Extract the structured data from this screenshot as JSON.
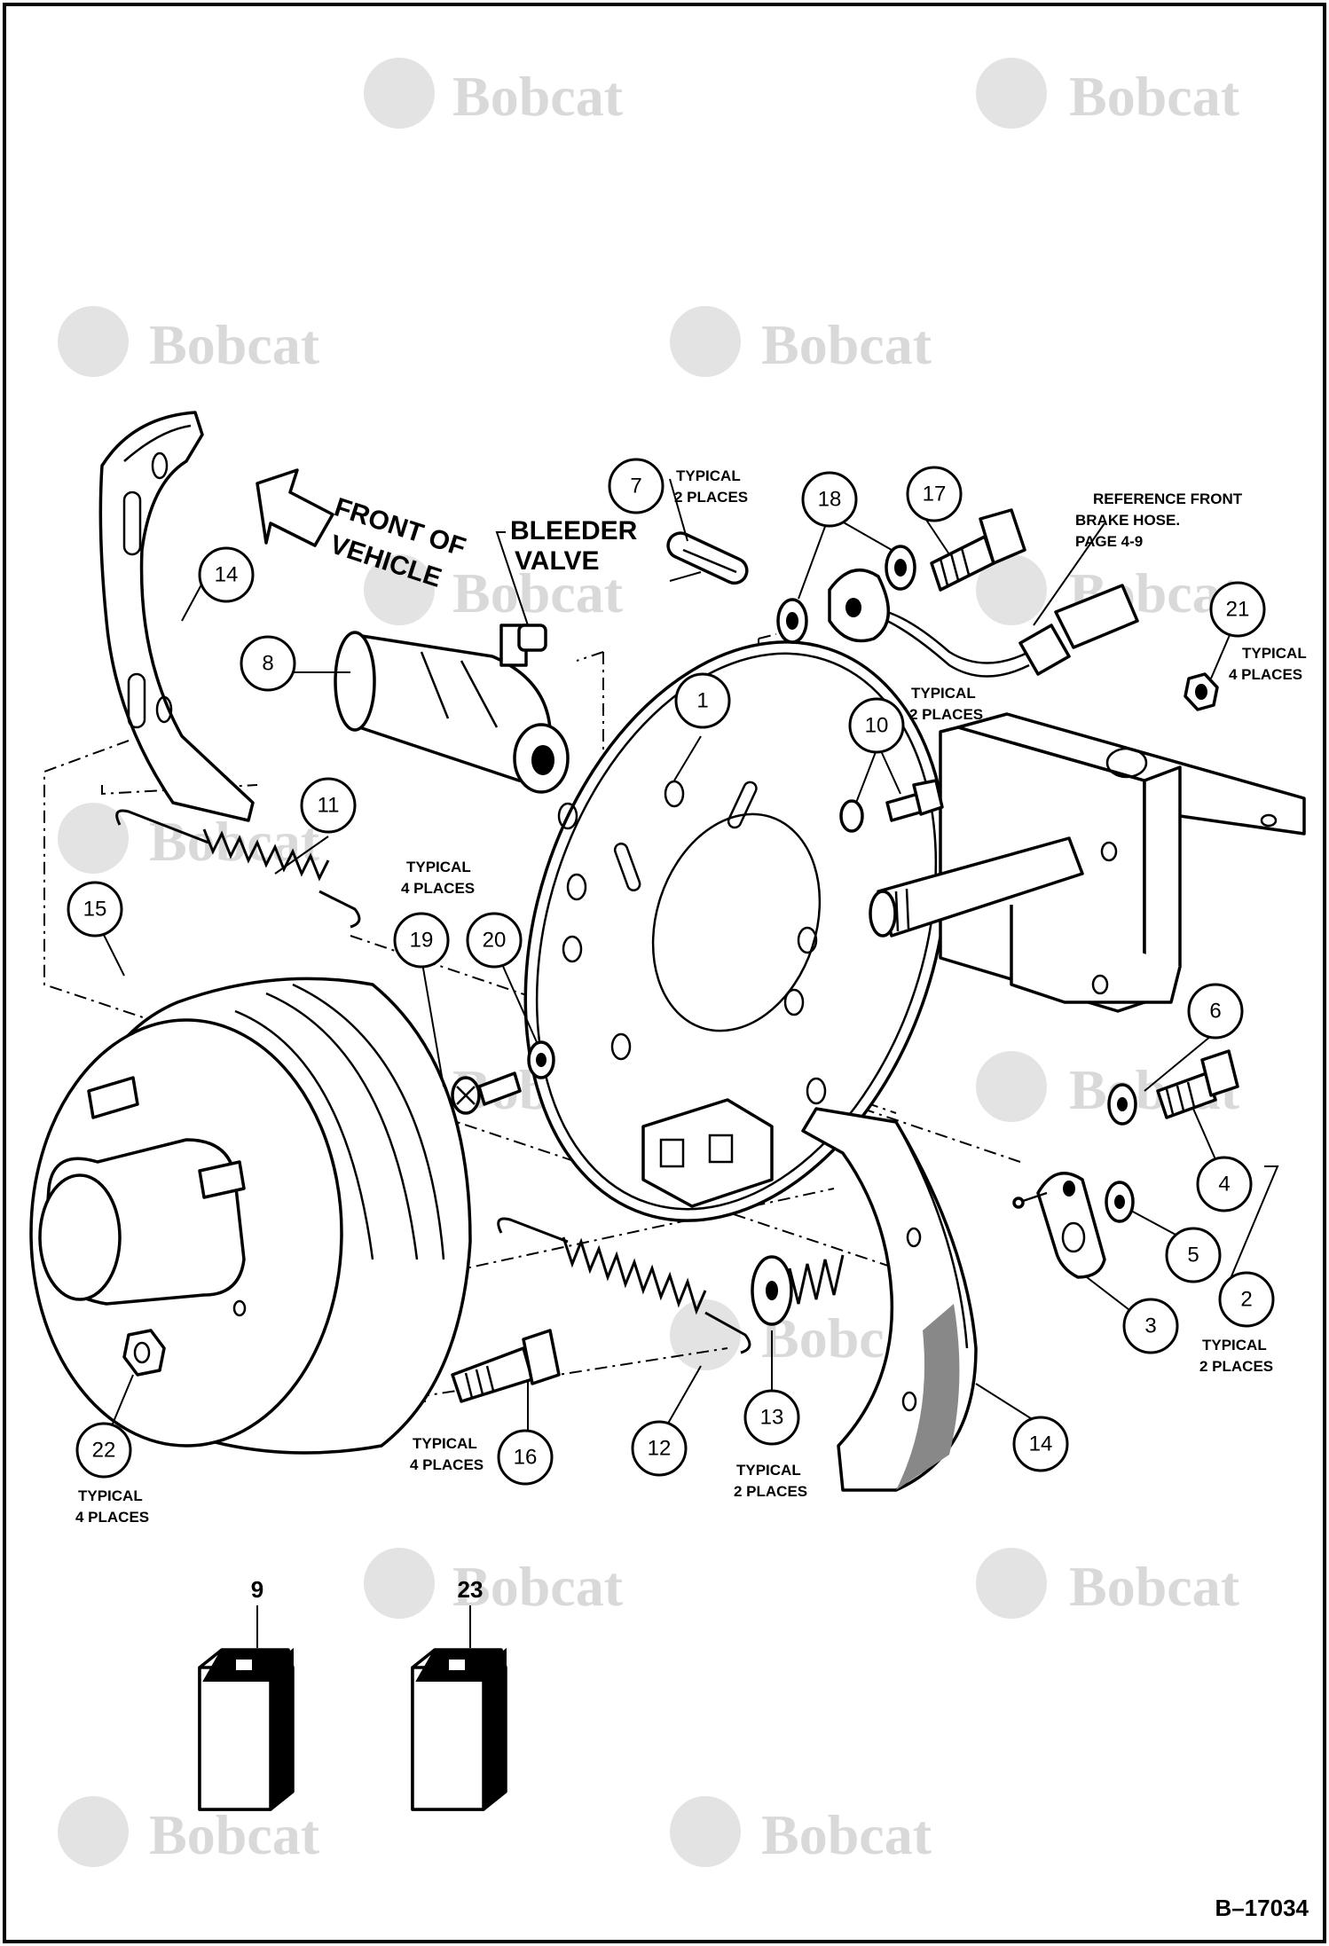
{
  "watermark": {
    "brand": "Bobcat"
  },
  "figure_number": "B–17034",
  "labels": {
    "front_of_vehicle": [
      "FRONT OF",
      "VEHICLE"
    ],
    "bleeder_valve": [
      "BLEEDER",
      "VALVE"
    ],
    "reference": [
      "REFERENCE FRONT",
      "BRAKE HOSE.",
      "PAGE 4-9"
    ]
  },
  "notes": {
    "typical_2": [
      "TYPICAL",
      "2 PLACES"
    ],
    "typical_4": [
      "TYPICAL",
      "4 PLACES"
    ]
  },
  "callouts": [
    "1",
    "2",
    "3",
    "4",
    "5",
    "6",
    "7",
    "8",
    "9",
    "10",
    "11",
    "12",
    "13",
    "14",
    "14",
    "15",
    "16",
    "17",
    "18",
    "19",
    "20",
    "21",
    "22",
    "23"
  ]
}
